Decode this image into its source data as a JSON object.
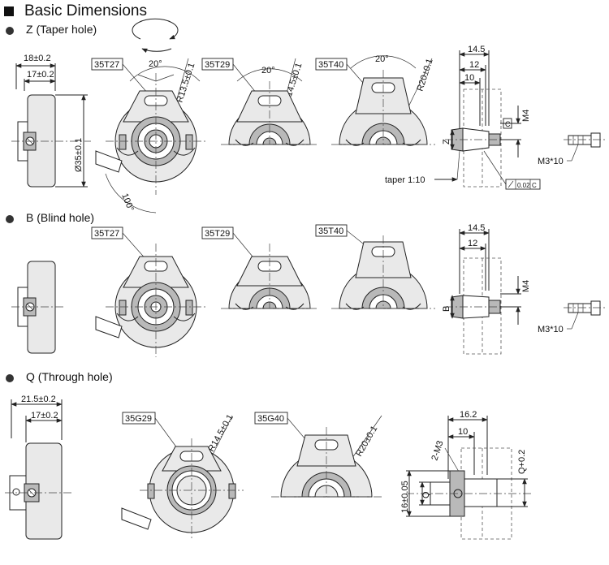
{
  "header": {
    "title": "Basic Dimensions"
  },
  "sections": {
    "z": {
      "title": "Z (Taper hole)"
    },
    "b": {
      "title": "B (Blind hole)"
    },
    "q": {
      "title": "Q (Through hole)"
    }
  },
  "labels": {
    "z_side_width_outer": "18±0.2",
    "z_side_width_inner": "17±0.2",
    "z_side_dia": "Ø35±0.1",
    "z_rot_angle": "20°",
    "z_cable_angle": "100°",
    "t27": "35T27",
    "t29": "35T29",
    "t40": "35T40",
    "r135": "R13.5±0.1",
    "r145": "R14.5±0.1",
    "r20": "R20±0.1",
    "z_sec_145": "14.5",
    "z_sec_12": "12",
    "z_sec_10": "10",
    "z_sec_m4": "M4",
    "z_sec_z": "Z",
    "z_sec_c": "C",
    "z_taper": "taper 1:10",
    "z_tol": "0.02",
    "screw": "M3*10",
    "b_sec_145": "14.5",
    "b_sec_12": "12",
    "b_sec_m4": "M4",
    "b_sec_b": "B",
    "q_side_width_outer": "21.5±0.2",
    "q_side_width_inner": "17±0.2",
    "g29": "35G29",
    "g40": "35G40",
    "q_sec_162": "16.2",
    "q_sec_10": "10",
    "q_sec_2m3": "2-M3",
    "q_sec_qp": "Q+0.2",
    "q_sec_q": "Q",
    "q_sec_16": "16±0.05"
  }
}
